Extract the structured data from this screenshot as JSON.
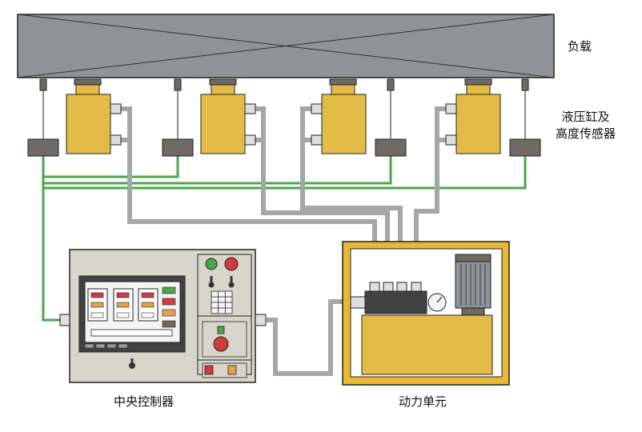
{
  "labels": {
    "load": "负载",
    "cylinders_line1": "液压缸及",
    "cylinders_line2": "高度传感器",
    "controller": "中央控制器",
    "power_unit": "动力单元"
  },
  "colors": {
    "load_fill": "#8f9398",
    "cylinder": "#e3bc48",
    "sensor": "#6f6a63",
    "signal_wire": "#4aa64a",
    "hydraulic_pipe": "#a4a6a8",
    "panel": "#d8d6cb",
    "frame_gold": "#e6b833"
  },
  "icons": [
    "gauge-icon",
    "motor-icon",
    "keypad-icon",
    "toggle-switch-icon",
    "indicator-lamp-icon"
  ]
}
